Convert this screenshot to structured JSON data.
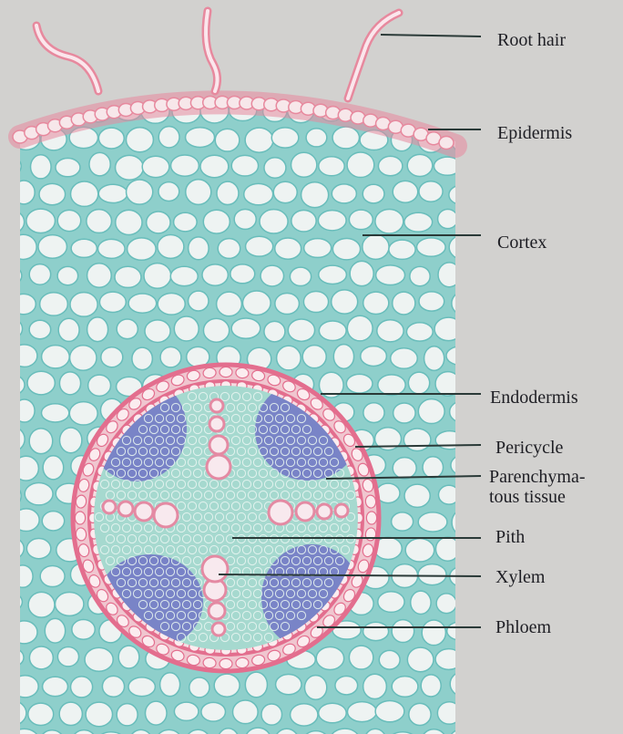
{
  "diagram": {
    "labels": [
      {
        "id": "root-hair",
        "text": "Root hair"
      },
      {
        "id": "epidermis",
        "text": "Epidermis"
      },
      {
        "id": "cortex",
        "text": "Cortex"
      },
      {
        "id": "endodermis",
        "text": "Endodermis"
      },
      {
        "id": "pericycle",
        "text": "Pericycle"
      },
      {
        "id": "parenchyma",
        "text": "Parenchyma-tous tissue"
      },
      {
        "id": "pith",
        "text": "Pith"
      },
      {
        "id": "xylem",
        "text": "Xylem"
      },
      {
        "id": "phloem",
        "text": "Phloem"
      }
    ]
  },
  "colors": {
    "background": "#d2d1cf",
    "cortex_wall": "#5fb8b8",
    "cell_fill": "#eef3f2",
    "epidermis_pink": "#e7899e",
    "endodermis_pink": "#e36e8e",
    "phloem_blue": "#6f72c4",
    "pointer_line": "#2a3a38",
    "label_text": "#1e1e24"
  }
}
